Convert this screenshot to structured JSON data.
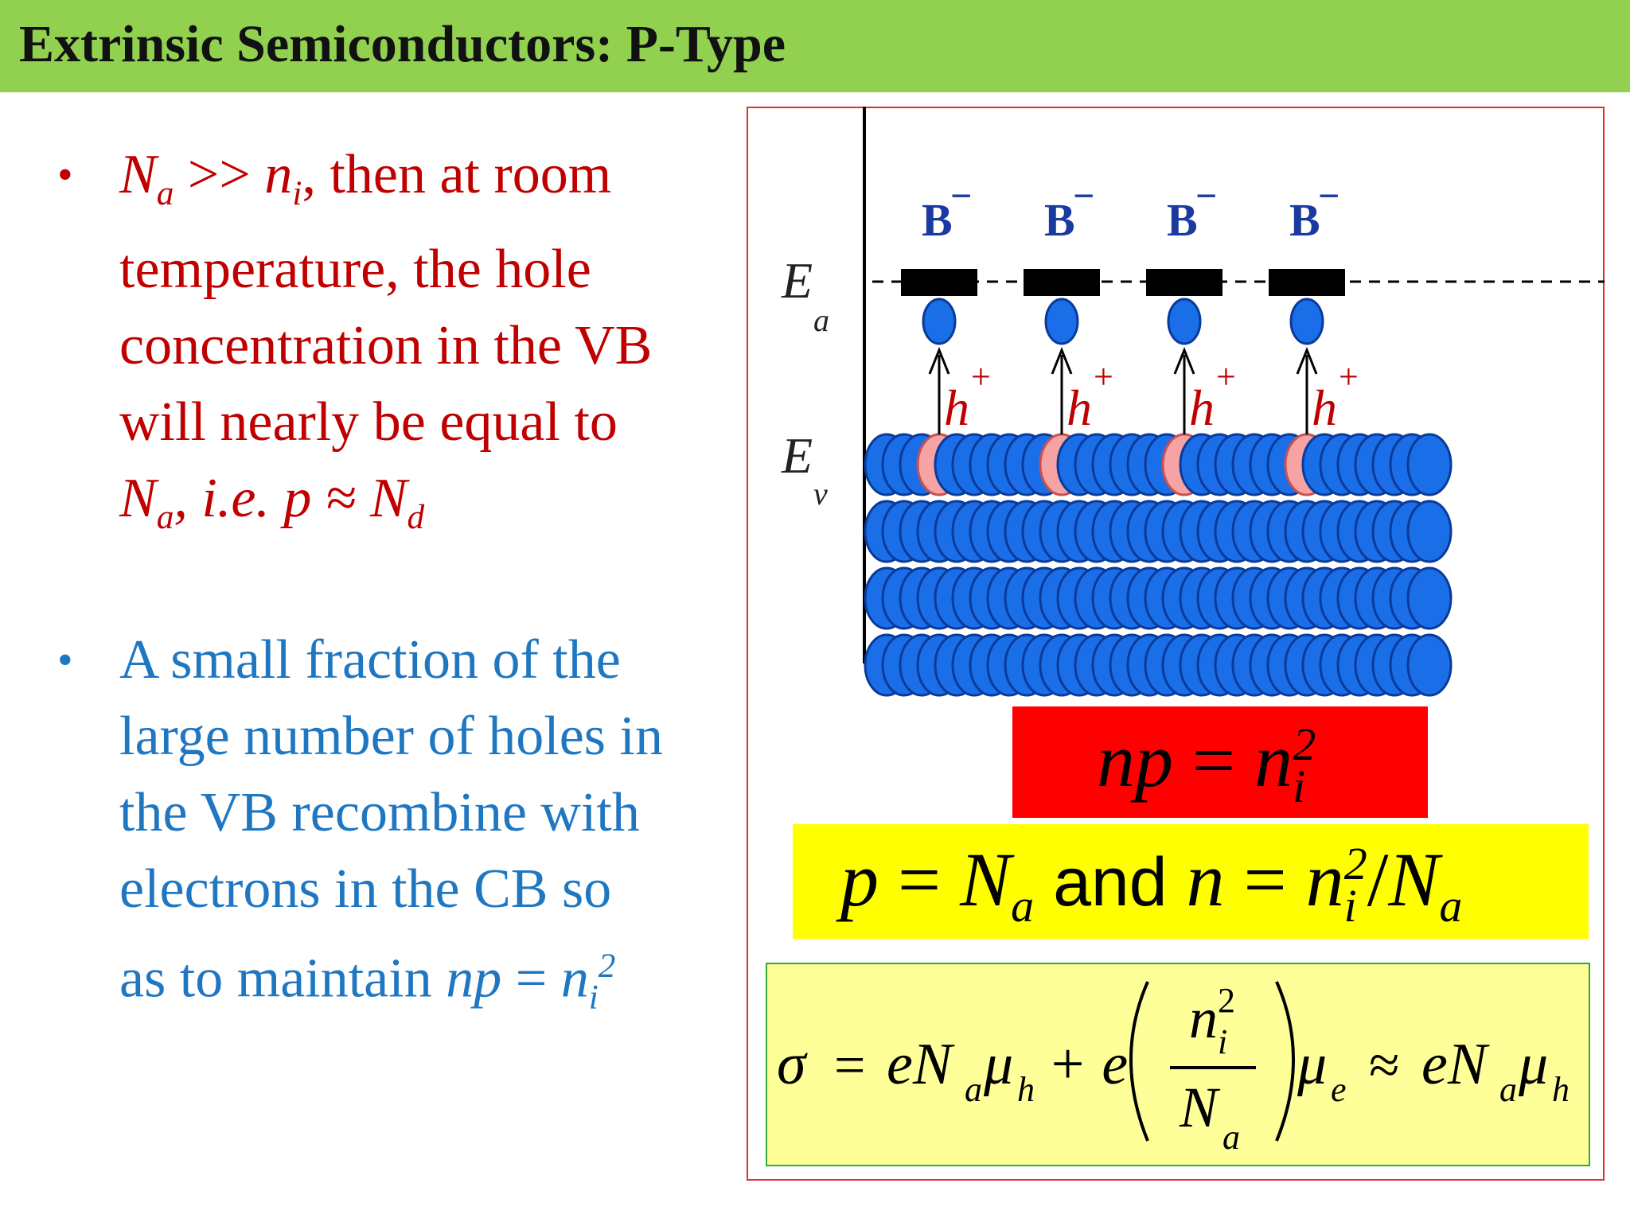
{
  "header": {
    "title": "Extrinsic Semiconductors: P-Type"
  },
  "bullets": {
    "first": {
      "bullet_char": "•",
      "na_sym": "N",
      "na_sub": "a",
      "gg": " >> ",
      "ni_sym": "n",
      "ni_sub": "i",
      "line1_rest": ", then at room",
      "line2": "temperature, the hole",
      "line3": "concentration in the VB",
      "line4": "will nearly be equal to",
      "line5_sym": "N",
      "line5_sub": "a",
      "line5_mid": ", i.e. p ≈ N",
      "line5_end_sub": "d"
    },
    "second": {
      "bullet_char": "•",
      "line1": "A small fraction of the",
      "line2": "large number of holes in",
      "line3": "the VB recombine with",
      "line4": "electrons in the CB so",
      "line5_pre": "as to maintain ",
      "line5_np": "np",
      "line5_eq": " = ",
      "line5_n": "n",
      "line5_sub": "i",
      "line5_sup": "2"
    }
  },
  "diagram": {
    "ea_label": "E",
    "ea_sub": "a",
    "ev_label": "E",
    "ev_sub": "v",
    "acceptor_label": "B",
    "acceptor_charge": "−",
    "hole_label": "h",
    "hole_charge": "+",
    "acceptor_count": 4,
    "colors": {
      "electron": "#1a6fe8",
      "electron_outline": "#0a3a9a",
      "hole": "#f5a3a3",
      "acceptor_bar": "#000000",
      "acceptor_text": "#1a3aa0",
      "hole_text": "#c00000"
    }
  },
  "equations": {
    "eq1": {
      "lhs": "np",
      "eq": " = ",
      "n": "n",
      "sub": "i",
      "sup": "2"
    },
    "eq2": {
      "p": "p",
      "eq1": " = ",
      "N": "N",
      "Nsub": "a",
      "and": "  and ",
      "n": "n",
      "eq2": " = ",
      "ni": "n",
      "nisub": "i",
      "nisup": "2",
      "slash": "/",
      "N2": "N",
      "N2sub": "a"
    },
    "eq3": {
      "sigma": "σ",
      "eq": "=",
      "eNa": "eN",
      "a1": "a",
      "mu_h": "μ",
      "h1": "h",
      "plus_e": "+ e",
      "frac_num": "n",
      "frac_num_sub": "i",
      "frac_num_sup": "2",
      "frac_den": "N",
      "frac_den_sub": "a",
      "mu_e": "μ",
      "e_sub": "e",
      "approx": "≈",
      "eNa2": "eN",
      "a2": "a",
      "mu_h2": "μ",
      "h2": "h"
    },
    "colors": {
      "eq1_bg": "#ff0000",
      "eq2_bg": "#ffff00",
      "eq3_bg": "#ffff99",
      "eq3_border": "#33aa33"
    }
  }
}
